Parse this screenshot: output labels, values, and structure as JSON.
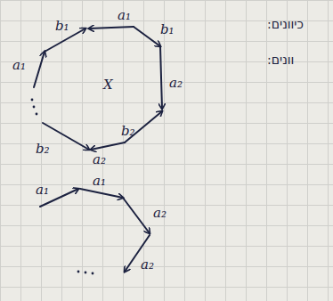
{
  "diagram": {
    "labels": [
      "כיוונים:",
      "a₁",
      "b₁",
      "a₁",
      "b₁",
      "a₂",
      "b₂",
      "a₂",
      "b₂",
      "X",
      "וונים:",
      "a₁",
      "a₁",
      "a₂",
      "a₂"
    ]
  }
}
